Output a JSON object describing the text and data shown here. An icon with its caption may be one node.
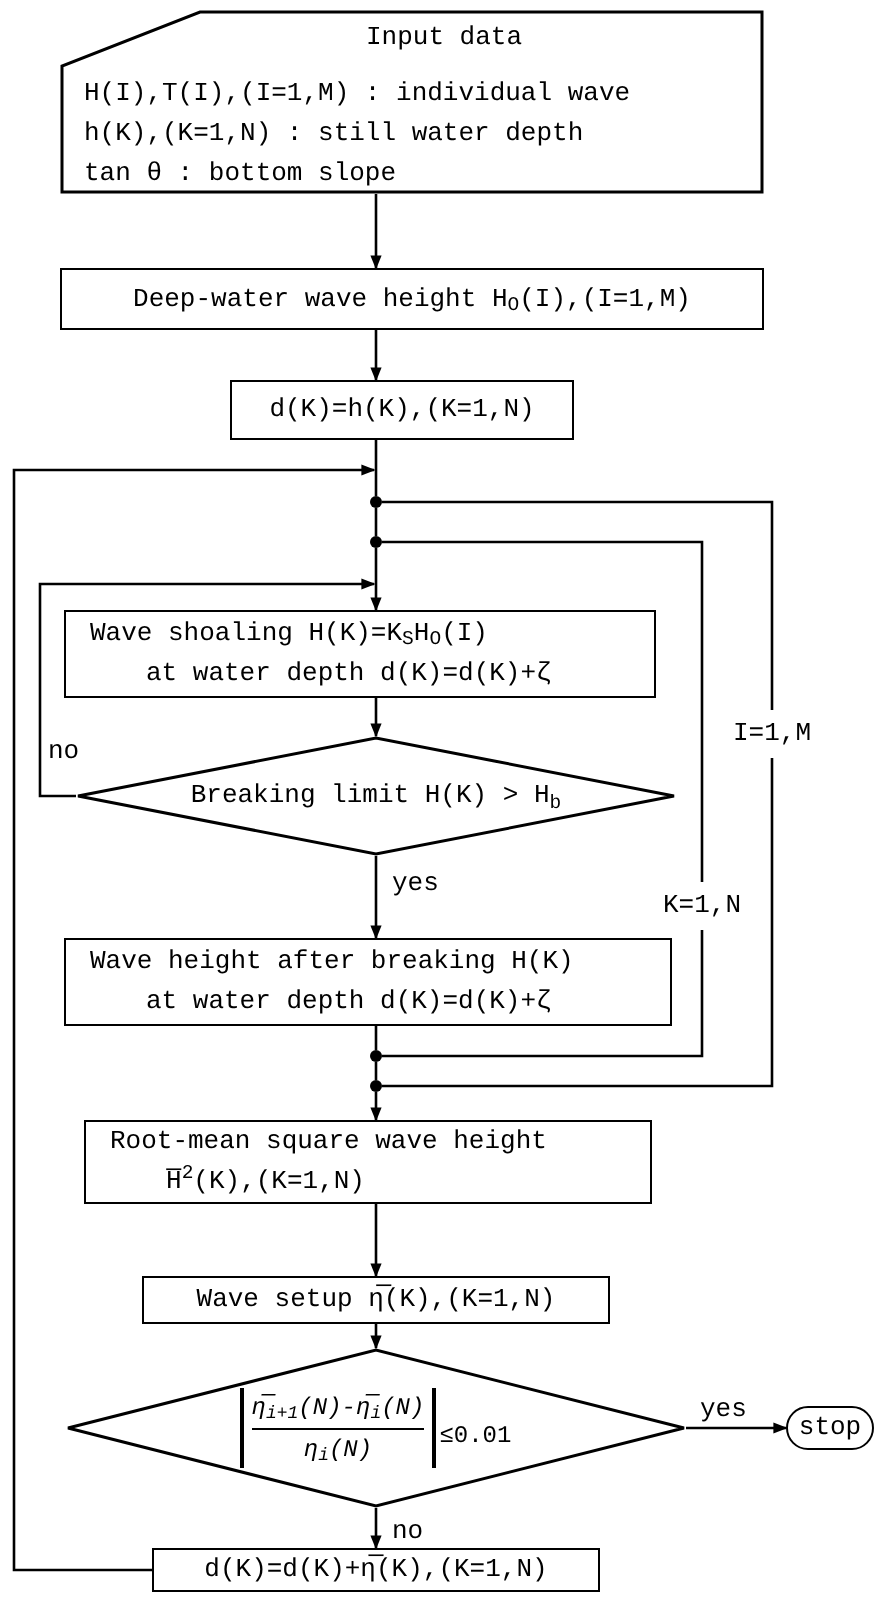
{
  "diagram": {
    "nodes": [
      {
        "text": [
          "Input data",
          "H(I),T(I),(I=1,M) : individual wave",
          "h(K),(K=1,N) : still water depth",
          "tan θ : bottom slope"
        ]
      },
      {
        "text": [
          "Deep-water wave height H$_{O}$(I),(I=1,M)"
        ]
      },
      {
        "text": [
          "d(K)=h(K),(K=1,N)"
        ]
      },
      {
        "text": [],
        "shape": "dot"
      },
      {
        "text": [],
        "shape": "dot"
      },
      {
        "text": [
          "Wave shoaling H(K)=K$_{S}$H$_{O}$(I)",
          "at water depth d(K)=d(K)+ζ"
        ]
      },
      {
        "text": [
          "Breaking limit H(K) > H$_{b}$"
        ]
      },
      {
        "text": [
          "Wave height after breaking H(K)",
          "at water depth d(K)=d(K)+ζ"
        ]
      },
      {
        "text": [],
        "shape": "dot"
      },
      {
        "text": [],
        "shape": "dot"
      },
      {
        "text": [
          "Root-mean square wave height",
          "H̅$^{2}$(K),(K=1,N)"
        ]
      },
      {
        "text": [
          "Wave setup η̅(K),(K=1,N)"
        ]
      },
      {
        "text": [
          "η̅$_{i+1}$(N)-η̅$_{i}$(N)",
          "η$_{i}$(N)",
          "≤0.01"
        ]
      },
      {
        "text": [
          "stop"
        ]
      },
      {
        "text": [
          "d(K)=d(K)+η̅(K),(K=1,N)"
        ]
      }
    ],
    "edges": [
      {
        "from": 0,
        "to": 1,
        "arrow": "to"
      },
      {
        "from": 1,
        "to": 2,
        "arrow": "to"
      },
      {
        "from": 2,
        "to": 3,
        "arrow": "none"
      },
      {
        "from": 14,
        "to": 3,
        "arrow": "to"
      },
      {
        "from": 3,
        "to": 4,
        "arrow": "none"
      },
      {
        "from": 4,
        "to": 5,
        "arrow": "to"
      },
      {
        "from": 6,
        "to": 5,
        "label": "no",
        "arrow": "to"
      },
      {
        "from": 5,
        "to": 6,
        "arrow": "to"
      },
      {
        "from": 6,
        "to": 7,
        "label": "yes",
        "arrow": "to"
      },
      {
        "from": 7,
        "to": 8,
        "arrow": "none"
      },
      {
        "from": 8,
        "to": 9,
        "arrow": "none"
      },
      {
        "from": 9,
        "to": 10,
        "arrow": "to"
      },
      {
        "from": 8,
        "to": 4,
        "label": "K=1,N",
        "arrow": "none"
      },
      {
        "from": 9,
        "to": 3,
        "label": "I=1,M",
        "arrow": "none"
      },
      {
        "from": 10,
        "to": 11,
        "arrow": "to"
      },
      {
        "from": 11,
        "to": 12,
        "arrow": "to"
      },
      {
        "from": 12,
        "to": 13,
        "label": "yes",
        "arrow": "to"
      },
      {
        "from": 12,
        "to": 14,
        "label": "no",
        "arrow": "to"
      }
    ]
  }
}
